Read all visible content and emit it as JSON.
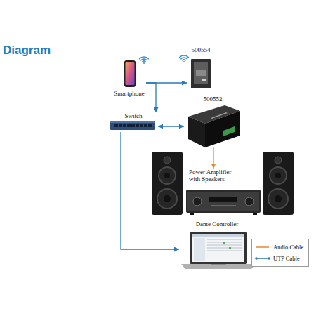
{
  "diagram": {
    "title": "Diagram",
    "nodes": [
      {
        "text": [
          "Smartphone"
        ]
      },
      {
        "text": [
          "500554"
        ]
      },
      {
        "text": [
          "Switch"
        ]
      },
      {
        "text": [
          "500552"
        ]
      },
      {
        "text": [
          "Power Amplifier with Speakers"
        ]
      },
      {
        "text": [
          "Dante Controller"
        ]
      }
    ],
    "edges": [
      {
        "from": 0,
        "to": 1,
        "arrow": "to"
      },
      {
        "from": 0,
        "to": 2,
        "arrow": "to"
      },
      {
        "from": 2,
        "to": 3,
        "arrow": "both"
      },
      {
        "from": 3,
        "to": 4,
        "arrow": "to"
      },
      {
        "from": 2,
        "to": 5,
        "arrow": "to"
      }
    ],
    "legend": [
      {
        "text": "Audio Cable"
      },
      {
        "text": "UTP Cable"
      }
    ]
  }
}
